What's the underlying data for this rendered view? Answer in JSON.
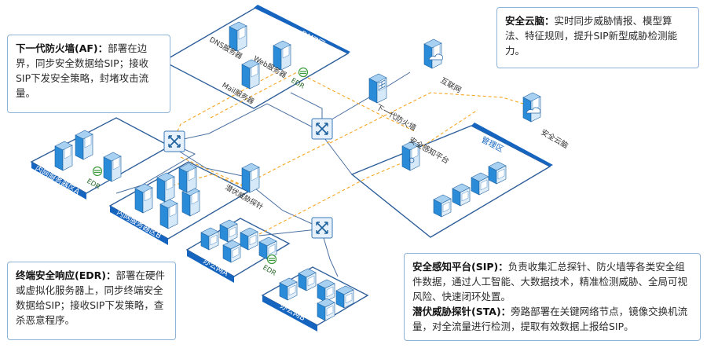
{
  "zones": {
    "dmz": "DMZ区",
    "mgmt": "管理区",
    "intranet_a": "内网服务器区A",
    "intranet_b": "内网服务器区B",
    "office_a": "办公网A",
    "office_b": "办公网B"
  },
  "labels": {
    "dns": "DNS服务器",
    "web": "Web服务器",
    "mail": "Mail服务器",
    "edr": "EDR",
    "internet": "互联网",
    "firewall": "下一代防火墙",
    "sip": "安全感知平台",
    "cloud": "安全云脑",
    "sta": "潜伏威胁探针"
  },
  "callouts": {
    "fw": {
      "title": "下一代防火墙(AF)：",
      "text": "部署在边界，同步安全数据给SIP；接收SIP下发安全策略，封堵攻击流量。"
    },
    "brain": {
      "title": "安全云脑：",
      "text": "实时同步威胁情报、模型算法、特征规则，提升SIP新型威胁检测能力。"
    },
    "edr": {
      "title": "终端安全响应(EDR)：",
      "text": "部署在硬件或虚拟化服务器上，同步终端安全数据给SIP；接收SIP下发策略，查杀恶意程序。"
    },
    "sip": {
      "title": "安全感知平台(SIP)：",
      "text": "负责收集汇总探针、防火墙等各类安全组件数据，通过人工智能、大数据技术，精准检测威胁、全局可视风险、快速闭环处置。"
    },
    "sta": {
      "title": "潜伏威胁探针(STA)：",
      "text": "旁路部署在关键网络节点，镜像交换机流量，对全流量进行检测，提取有效数据上报给SIP。"
    }
  },
  "colors": {
    "zone_header": "#1565c0",
    "line_solid": "#4a6fa0",
    "line_dash": "#f5a623",
    "device_blue": "#2a8bd8"
  }
}
